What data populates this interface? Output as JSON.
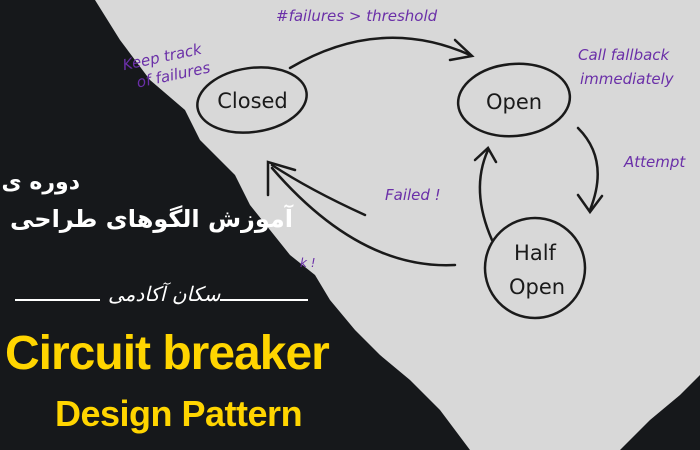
{
  "diagram": {
    "states": [
      "Closed",
      "Open",
      "Half",
      "Open"
    ],
    "labels": {
      "closed_note": [
        "Keep track",
        "of failures"
      ],
      "transition_closed_open": "#failures > threshold",
      "open_note": [
        "Call fallback",
        "immediately"
      ],
      "transition_open_half": "Attempt",
      "transition_half_open": "Failed !",
      "transition_half_closed_partial": "k !"
    },
    "label_color": "#6a2fa8"
  },
  "banner": {
    "course_line1": "دوره ی",
    "course_line2": "آموزش الگوهای طراحی",
    "logo_text": "سکان آکادمی",
    "title": "Circuit breaker",
    "subtitle": "Design Pattern",
    "title_color": "#ffd500",
    "dark_color": "#16181b",
    "background_color": "#d8d8d8"
  }
}
